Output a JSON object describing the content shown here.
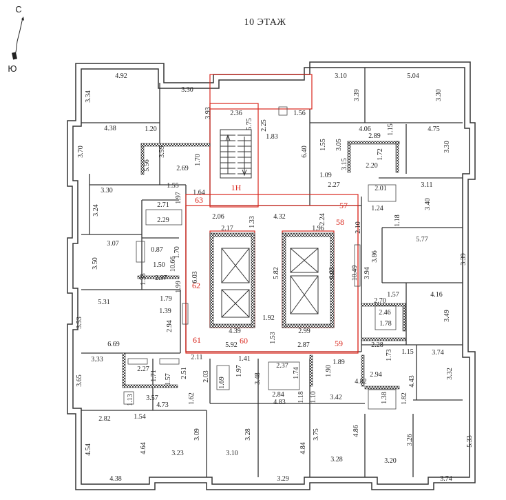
{
  "title": "10 ЭТАЖ",
  "compass": {
    "north": "С",
    "south": "Ю"
  },
  "stair_label": "1Н",
  "colors": {
    "wall": "#333333",
    "accent": "#d9261c",
    "hatch": "#555555"
  },
  "apartments": [
    "57",
    "58",
    "59",
    "60",
    "61",
    "62",
    "63"
  ],
  "dims": {
    "d1": "4.92",
    "d2": "3.34",
    "d3": "3.30",
    "d4": "3.93",
    "d5": "2.36",
    "d6": "5.75",
    "d7": "2.25",
    "d8": "1.56",
    "d9": "3.10",
    "d10": "3.39",
    "d11": "5.04",
    "d12": "3.30",
    "d13": "4.38",
    "d14": "1.20",
    "d15": "1.83",
    "d16": "4.06",
    "d17": "1.15",
    "d18": "4.75",
    "d19": "3.70",
    "d20": "5.56",
    "d21": "3.59",
    "d22": "1.70",
    "d23": "2.69",
    "d24": "6.40",
    "d25": "1.55",
    "d26": "3.05",
    "d27": "2.89",
    "d28": "1.72",
    "d29": "3.15",
    "d30": "2.20",
    "d31": "3.30",
    "d32": "3.30",
    "d33": "1.55",
    "d34": "1.64",
    "d35": "1.09",
    "d36": "2.27",
    "d37": "2.01",
    "d38": "3.11",
    "d39": "3.24",
    "d40": "1.97",
    "d41": "2.71",
    "d42": "1.24",
    "d43": "3.40",
    "d44": "2.29",
    "d45": "2.06",
    "d46": "1.33",
    "d47": "4.32",
    "d48": "2.24",
    "d49": "1.18",
    "d50": "2.17",
    "d51": "1.96",
    "d52": "2.10",
    "d53": "3.07",
    "d54": "0.87",
    "d55": "1.70",
    "d56": "5.77",
    "d57": "3.50",
    "d58": "10.66",
    "d59": "1.50",
    "d60": "3.86",
    "d61": "3.39",
    "d62": "1.38",
    "d63": "2.97",
    "d64": "6.03",
    "d65": "5.82",
    "d66": "6.03",
    "d67": "10.49",
    "d68": "3.94",
    "d69": "1.99",
    "d70": "1.79",
    "d71": "1.57",
    "d72": "4.16",
    "d73": "5.31",
    "d74": "2.70",
    "d75": "1.39",
    "d76": "2.46",
    "d77": "3.53",
    "d78": "1.92",
    "d79": "3.49",
    "d80": "2.94",
    "d81": "1.78",
    "d82": "4.39",
    "d83": "2.99",
    "d84": "6.69",
    "d85": "1.53",
    "d86": "5.92",
    "d87": "2.87",
    "d88": "2.28",
    "d89": "3.33",
    "d90": "2.11",
    "d91": "1.41",
    "d92": "1.89",
    "d93": "1.73",
    "d94": "1.15",
    "d95": "3.74",
    "d96": "2.27",
    "d97": "2.51",
    "d98": "2.37",
    "d99": "1.74",
    "d100": "2.94",
    "d101": "3.32",
    "d102": "1.71",
    "d103": "1.57",
    "d104": "2.03",
    "d105": "3.48",
    "d106": "1.97",
    "d107": "1.90",
    "d108": "4.82",
    "d109": "3.65",
    "d110": "1.69",
    "d111": "4.43",
    "d112": "1.13",
    "d113": "3.57",
    "d114": "1.62",
    "d115": "2.84",
    "d116": "1.18",
    "d117": "3.42",
    "d118": "1.38",
    "d119": "1.82",
    "d120": "1.54",
    "d121": "4.73",
    "d122": "4.83",
    "d123": "1.10",
    "d124": "2.82",
    "d125": "4.54",
    "d126": "4.64",
    "d127": "3.09",
    "d128": "3.28",
    "d129": "4.84",
    "d130": "3.75",
    "d131": "4.86",
    "d132": "3.26",
    "d133": "5.33",
    "d134": "3.23",
    "d135": "3.10",
    "d136": "3.28",
    "d137": "3.20",
    "d138": "4.38",
    "d139": "3.29",
    "d140": "3.74"
  }
}
